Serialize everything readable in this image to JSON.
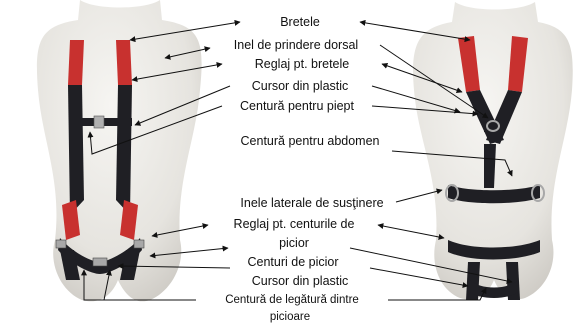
{
  "labels": {
    "bretele": "Bretele",
    "inel_dorsal": "Inel de prindere dorsal",
    "reglaj_bretele": "Reglaj pt. bretele",
    "cursor_plastic_1": "Cursor din plastic",
    "centura_piept": "Centură pentru piept",
    "centura_abdomen": "Centură pentru abdomen",
    "inele_laterale": "Inele laterale de susţinere",
    "reglaj_centuri_1": "Reglaj pt. centurile de",
    "reglaj_centuri_2": "picior",
    "centuri_picior": "Centuri de picior",
    "cursor_plastic_2": "Cursor din plastic",
    "centura_legatura_1": "Centură de legătură dintre",
    "centura_legatura_2": "picioare"
  },
  "colors": {
    "mannequin": "#e8e6e1",
    "strap_black": "#1f1f24",
    "strap_red": "#c8312f",
    "metal": "#a8a8a8"
  }
}
